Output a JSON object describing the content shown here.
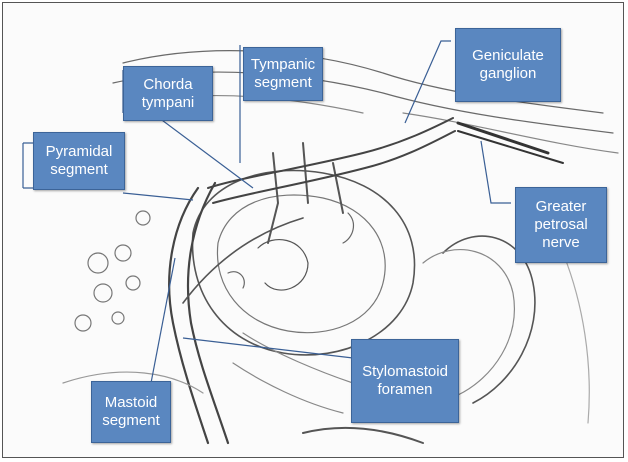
{
  "labels": {
    "chorda_tympani": "Chorda\ntympani",
    "tympanic_segment": "Tympanic\nsegment",
    "geniculate_ganglion": "Geniculate\nganglion",
    "pyramidal_segment": "Pyramidal\nsegment",
    "greater_petrosal_nerve": "Greater\npetrosal\nnerve",
    "stylomastoid_foramen": "Stylomastoid\nforamen",
    "mastoid_segment": "Mastoid\nsegment"
  },
  "colors": {
    "label_fill": "#5a87c0",
    "label_text": "#ffffff",
    "leader_line": "#3a5f95",
    "sketch_ink": "#555555"
  }
}
